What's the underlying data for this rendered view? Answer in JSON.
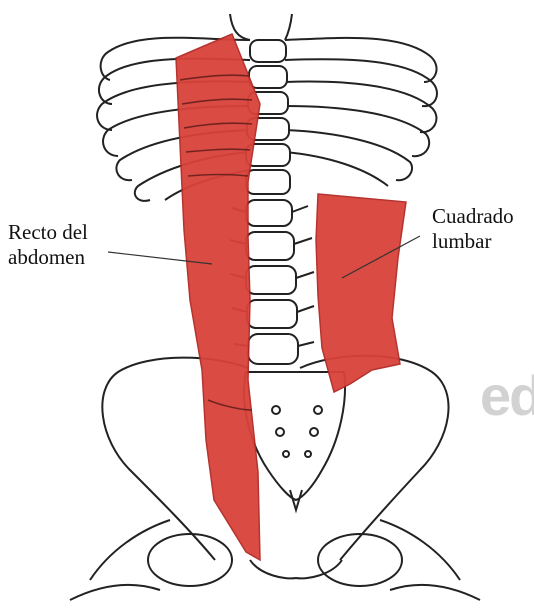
{
  "labels": {
    "recto_line1": "Recto del",
    "recto_line2": "abdomen",
    "cuadrado_line1": "Cuadrado",
    "cuadrado_line2": "lumbar"
  },
  "watermark": "ed",
  "colors": {
    "muscle": "#d9423a",
    "muscle_dark": "#b22a25",
    "outline": "#222222",
    "background": "#ffffff",
    "watermark": "#d2d2d2"
  }
}
